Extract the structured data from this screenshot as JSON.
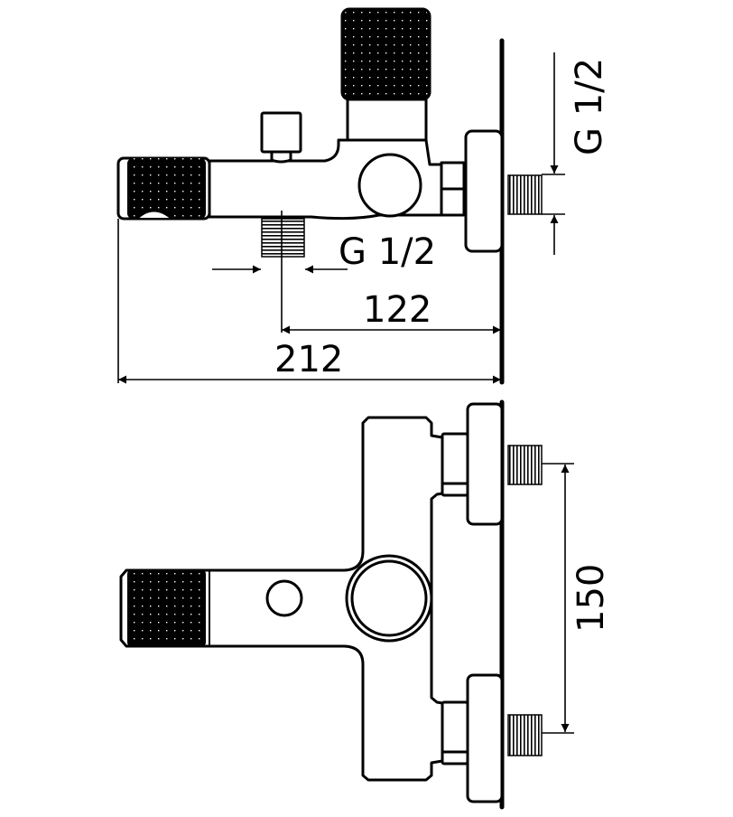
{
  "drawing": {
    "side_view": {
      "outlet_thread_label": "G 1/2",
      "inlet_thread_label": "G 1/2",
      "outlet_to_wall_dimension": "122",
      "overall_depth_dimension": "212"
    },
    "front_view": {
      "inlet_center_distance_dimension": "150"
    },
    "colors": {
      "line": "#000000",
      "background": "#ffffff"
    }
  }
}
